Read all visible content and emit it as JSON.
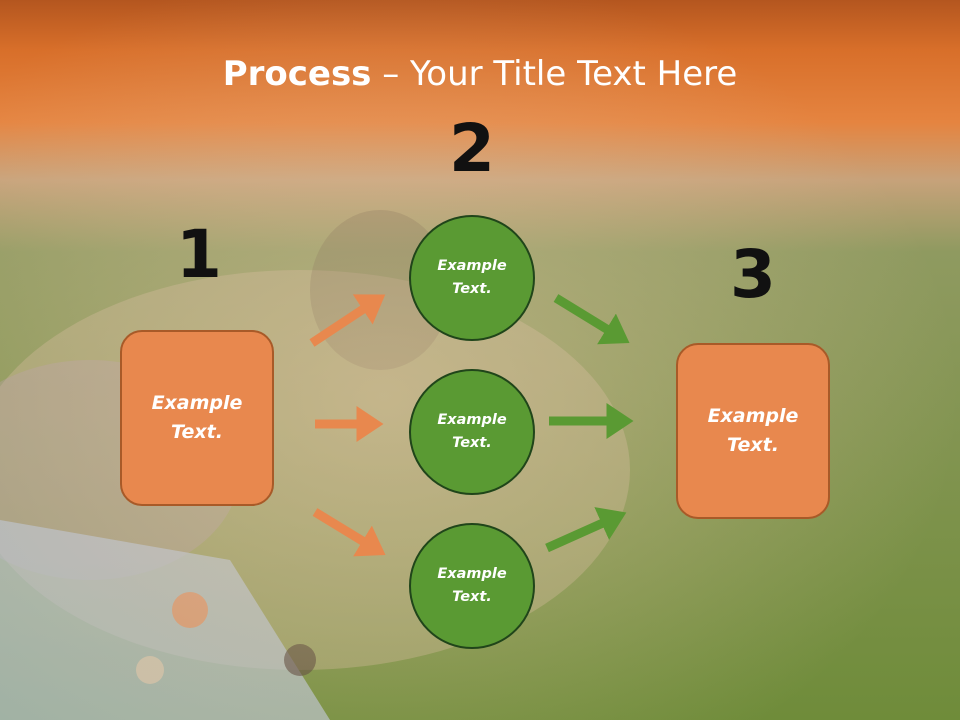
{
  "title": {
    "bold": "Process",
    "rest": " – Your Title Text Here"
  },
  "steps": [
    {
      "number": "1",
      "text_line1": "Example",
      "text_line2": "Text."
    },
    {
      "number": "2",
      "text_line1": "Example",
      "text_line2": "Text."
    },
    {
      "number": "3",
      "text_line1": "Example",
      "text_line2": "Text."
    }
  ],
  "circles": [
    {
      "text_line1": "Example",
      "text_line2": "Text."
    },
    {
      "text_line1": "Example",
      "text_line2": "Text."
    },
    {
      "text_line1": "Example",
      "text_line2": "Text."
    }
  ],
  "colors": {
    "banner": "#e07a2e",
    "box": "#e8884e",
    "circle": "#5a9a33",
    "arrow_orange": "#e8884e",
    "arrow_green": "#5a9a33"
  }
}
